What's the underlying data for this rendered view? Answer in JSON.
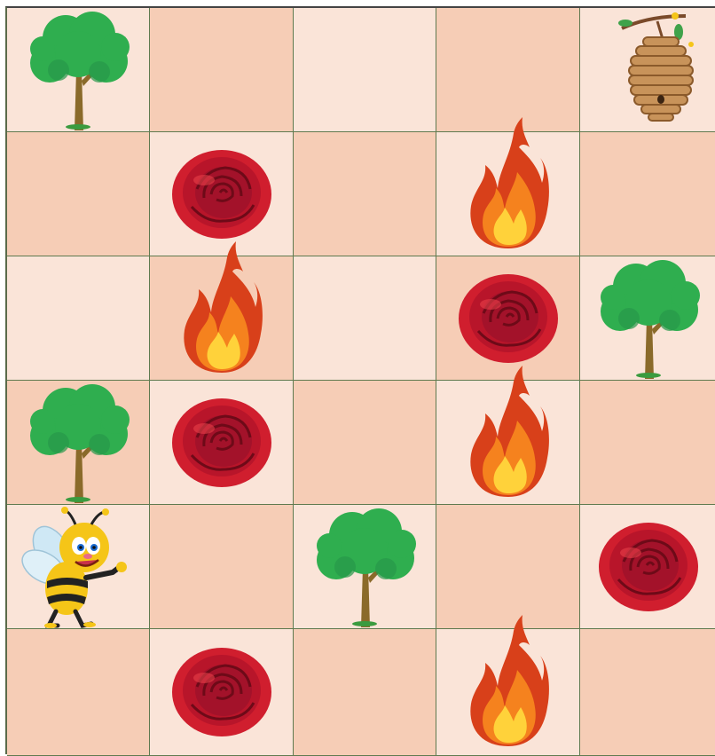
{
  "board": {
    "rows": 6,
    "cols": 5,
    "cells": [
      [
        "tree",
        "",
        "",
        "",
        "beehive"
      ],
      [
        "",
        "rose",
        "",
        "fire",
        ""
      ],
      [
        "",
        "fire",
        "",
        "rose",
        "tree"
      ],
      [
        "tree",
        "rose",
        "",
        "fire",
        ""
      ],
      [
        "bee",
        "",
        "tree",
        "",
        "rose"
      ],
      [
        "",
        "rose",
        "",
        "fire",
        ""
      ]
    ]
  },
  "colors": {
    "light_tile": "#fae4d8",
    "dark_tile": "#f6cdb6",
    "grid_line": "#5f7a4f",
    "tree_canopy": "#2fae4f",
    "tree_trunk": "#8a6a2a",
    "rose": "#d01e2e",
    "fire_outer": "#d8401a",
    "fire_inner": "#ffd23a",
    "hive": "#c8935a",
    "bee_body": "#f5c518"
  },
  "icons": {
    "tree": "tree-icon",
    "rose": "rose-icon",
    "fire": "fire-icon",
    "beehive": "beehive-icon",
    "bee": "bee-character-icon"
  }
}
